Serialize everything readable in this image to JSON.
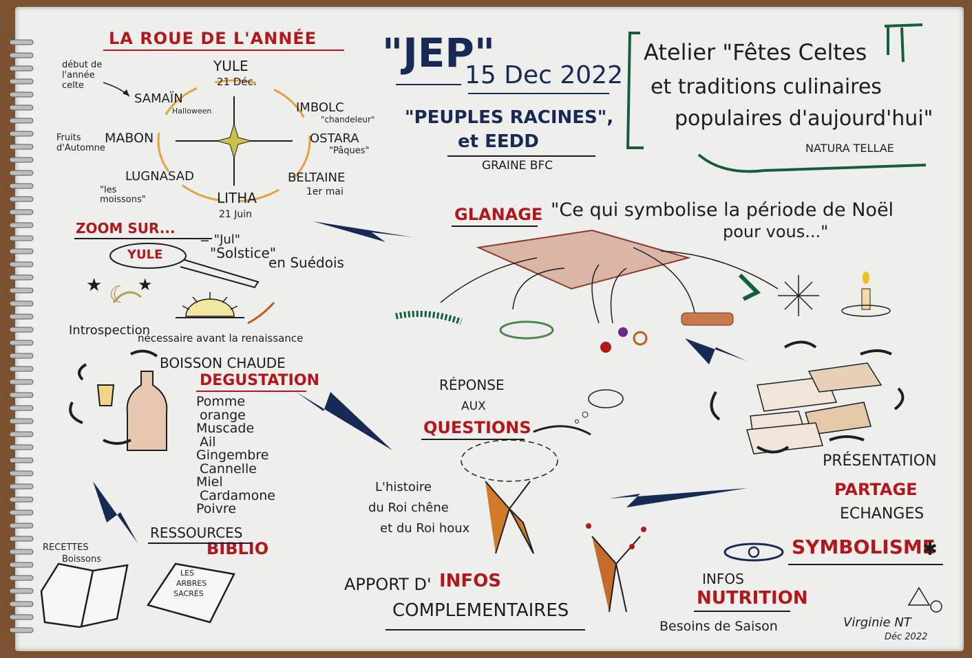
{
  "wheel": {
    "title": "LA ROUE DE L'ANNÉE",
    "start_note": "début de l'année celte",
    "yule": "YULE",
    "yule_date": "21 Déc.",
    "samain": "SAMAÏN",
    "samain_sub": "Halloween",
    "imbolc": "IMBOLC",
    "imbolc_sub": "\"chandeleur\"",
    "ostara": "OSTARA",
    "ostara_sub": "\"Pâques\"",
    "beltaine": "BELTAINE",
    "beltaine_date": "1er mai",
    "litha": "LITHA",
    "litha_date": "21 Juin",
    "lugnasad": "LUGNASAD",
    "lugnasad_sub": "\"les moissons\"",
    "mabon": "MABON",
    "mabon_sub": "Fruits d'Automne"
  },
  "event": {
    "acronym": "\"JEP\"",
    "date": "15 Dec 2022",
    "theme_line1": "\"PEUPLES RACINES\",",
    "theme_line2": "et EEDD",
    "organizer": "GRAINE BFC"
  },
  "workshop": {
    "line1": "Atelier \"Fêtes Celtes",
    "line2": "et traditions culinaires",
    "line3": "populaires d'aujourd'hui\"",
    "author": "NATURA TELLAE"
  },
  "zoom": {
    "title": "ZOOM SUR...",
    "yule": "YULE",
    "jul": "= \"Jul\"",
    "solstice": "\"Solstice\"",
    "swedish": "en Suédois",
    "introspection": "Introspection",
    "rebirth": "nécessaire avant la renaissance"
  },
  "glanage": {
    "title": "GLANAGE",
    "question_line1": "\"Ce qui symbolise la période de Noël",
    "question_line2": "pour vous...\""
  },
  "drink": {
    "label": "BOISSON CHAUDE",
    "title": "DEGUSTATION",
    "ingredients": [
      "Pomme",
      "orange",
      "Muscade",
      "Ail",
      "Gingembre",
      "Cannelle",
      "Miel",
      "Cardamone",
      "Poivre"
    ]
  },
  "answer": {
    "line1": "RÉPONSE",
    "line2": "AUX",
    "line3": "QUESTIONS",
    "story_line1": "L'histoire",
    "story_line2": "du Roi chêne",
    "story_line3": "et du Roi houx"
  },
  "resources": {
    "title": "RESSOURCES",
    "subtitle": "BIBLIO",
    "book1_line1": "RECETTES",
    "book1_line2": "Boissons",
    "book2_line1": "LES",
    "book2_line2": "ARBRES",
    "book2_line3": "SACRÉS"
  },
  "infos": {
    "line1_prefix": "APPORT D'",
    "line1_word": "INFOS",
    "line2": "COMPLEMENTAIRES"
  },
  "presentation": {
    "line1": "PRÉSENTATION",
    "line2": "PARTAGE",
    "line3": "ECHANGES",
    "symbolism": "SYMBOLISME"
  },
  "nutrition": {
    "line1": "INFOS",
    "line2": "NUTRITION",
    "line3": "Besoins de Saison"
  },
  "signature": {
    "name": "Virginie NT",
    "date": "Déc 2022"
  },
  "colors": {
    "red": "#b3161b",
    "navy": "#172a55",
    "green": "#145e3a",
    "orange": "#e0a23a",
    "brown": "#a0521c"
  }
}
